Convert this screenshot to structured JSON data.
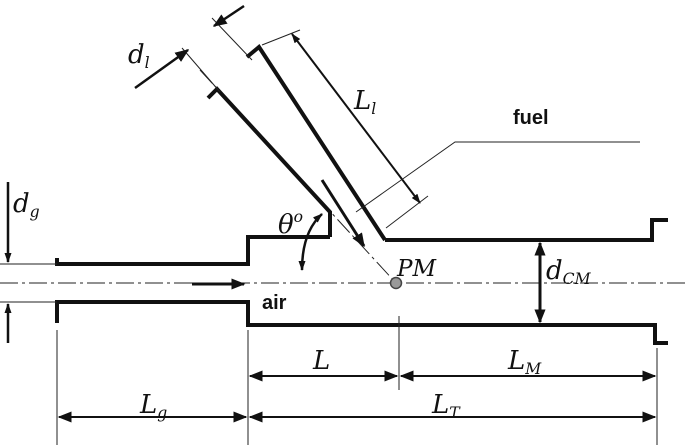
{
  "labels": {
    "d_l": {
      "main": "d",
      "sub": "l"
    },
    "L_l": {
      "main": "L",
      "sub": "l"
    },
    "fuel": "fuel",
    "d_g": {
      "main": "d",
      "sub": "g"
    },
    "theta": {
      "main": "θ",
      "sup": "o"
    },
    "PM": "PM",
    "d_CM": {
      "main": "d",
      "sub": "CM"
    },
    "air": "air",
    "L": "L",
    "L_M": {
      "main": "L",
      "sub": "M"
    },
    "L_g": {
      "main": "L",
      "sub": "g"
    },
    "L_T": {
      "main": "L",
      "sub": "T"
    }
  }
}
